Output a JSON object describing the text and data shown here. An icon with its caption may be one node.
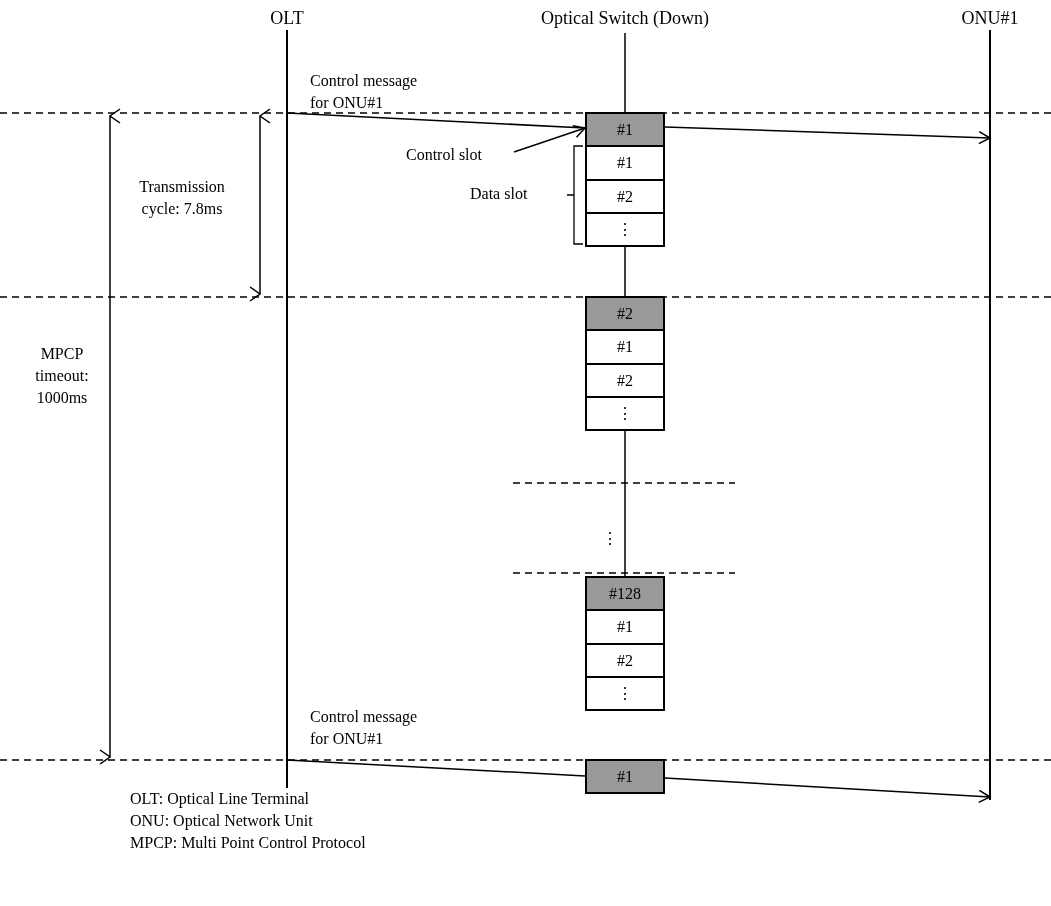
{
  "diagram": {
    "nodes": [
      {
        "text": [
          "OLT"
        ]
      },
      {
        "text": [
          "Optical Switch (Down)"
        ]
      },
      {
        "text": [
          "ONU#1"
        ]
      },
      {
        "text": [
          "#1"
        ]
      },
      {
        "text": [
          "#1"
        ]
      },
      {
        "text": [
          "#2"
        ]
      },
      {
        "text": [
          "⋮"
        ]
      },
      {
        "text": [
          "#2"
        ]
      },
      {
        "text": [
          "#1"
        ]
      },
      {
        "text": [
          "#2"
        ]
      },
      {
        "text": [
          "⋮"
        ]
      },
      {
        "text": [
          "#128"
        ]
      },
      {
        "text": [
          "#1"
        ]
      },
      {
        "text": [
          "#2"
        ]
      },
      {
        "text": [
          "⋮"
        ]
      },
      {
        "text": [
          "#1"
        ]
      },
      {
        "text": [
          "Control slot"
        ]
      }
    ],
    "edges": [
      {
        "from": 0,
        "to": 3,
        "arrow": "none",
        "label": "Control message for ONU#1"
      },
      {
        "from": 3,
        "to": 2,
        "arrow": "to"
      },
      {
        "from": 0,
        "to": 15,
        "arrow": "none",
        "label": "Control message for ONU#1"
      },
      {
        "from": 15,
        "to": 2,
        "arrow": "to"
      },
      {
        "from": 16,
        "to": 3,
        "arrow": "to"
      },
      {
        "from": 1,
        "to": 3,
        "arrow": "none"
      },
      {
        "from": 6,
        "to": 7,
        "arrow": "none"
      },
      {
        "from": 10,
        "to": 11,
        "arrow": "none"
      }
    ],
    "labels": [
      "Transmission cycle: 7.8ms",
      "MPCP timeout: 1000ms",
      "Data slot",
      "⋮",
      "OLT: Optical Line Terminal",
      "ONU: Optical Network Unit",
      "MPCP: Multi Point Control Protocol"
    ]
  }
}
